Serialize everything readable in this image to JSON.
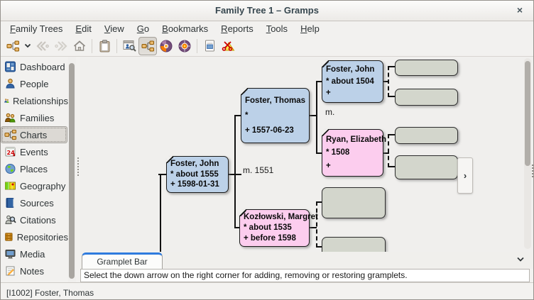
{
  "window": {
    "title": "Family Tree 1 – Gramps",
    "close_glyph": "×"
  },
  "menu": {
    "items": [
      "Family Trees",
      "Edit",
      "View",
      "Go",
      "Bookmarks",
      "Reports",
      "Tools",
      "Help"
    ]
  },
  "toolbar": {
    "buttons": [
      "gramps-pedigree-menu",
      "back",
      "forward",
      "home",
      "clipboard",
      "edit-active-person",
      "pedigree-view",
      "fan-chart-view",
      "full-circle-fan-chart-view",
      "reports",
      "tools"
    ],
    "active_button": "pedigree-view",
    "disabled_buttons": [
      "back",
      "forward"
    ]
  },
  "sidebar": {
    "selected": "Charts",
    "items": [
      {
        "label": "Dashboard",
        "icon": "dashboard-icon"
      },
      {
        "label": "People",
        "icon": "person-icon"
      },
      {
        "label": "Relationships",
        "icon": "relationships-icon"
      },
      {
        "label": "Families",
        "icon": "families-icon"
      },
      {
        "label": "Charts",
        "icon": "pedigree-icon"
      },
      {
        "label": "Events",
        "icon": "calendar-icon"
      },
      {
        "label": "Places",
        "icon": "globe-icon"
      },
      {
        "label": "Geography",
        "icon": "map-icon"
      },
      {
        "label": "Sources",
        "icon": "book-icon"
      },
      {
        "label": "Citations",
        "icon": "citation-icon"
      },
      {
        "label": "Repositories",
        "icon": "cabinet-icon"
      },
      {
        "label": "Media",
        "icon": "media-icon"
      },
      {
        "label": "Notes",
        "icon": "note-icon"
      }
    ]
  },
  "chart": {
    "people": [
      {
        "name": "Foster, John",
        "birth": "* about 1555",
        "death": "+ 1598-01-31",
        "box_color": "blue"
      },
      {
        "name": "Foster, Thomas",
        "birth": "*",
        "death": "+ 1557-06-23",
        "box_color": "blue"
      },
      {
        "name": "Kozłowski, Margret",
        "birth": "* about 1535",
        "death": "+ before 1598",
        "box_color": "pink"
      },
      {
        "name": "Foster, John",
        "birth": "* about 1504",
        "death": "+",
        "box_color": "blue"
      },
      {
        "name": "Ryan, Elizabeth",
        "birth": "* 1508",
        "death": "+",
        "box_color": "pink"
      }
    ],
    "marriage_labels": [
      "m. 1551",
      "m."
    ],
    "empty_box_count": 6,
    "nav_arrow_glyph": "›"
  },
  "gramplet_bar": {
    "tab_label": "Gramplet Bar",
    "hint_text": "Select the down arrow on the right corner for adding, removing or restoring gramplets."
  },
  "status_bar": {
    "text": "[I1002] Foster, Thomas"
  },
  "colors": {
    "person_box_blue": "#bcd1e8",
    "person_box_pink": "#fccdee",
    "empty_box_gray": "#d3d6cc",
    "active_tab_accent": "#2f7bde",
    "box_border": "#1a1a1a",
    "canvas_background": "#f0efed"
  }
}
